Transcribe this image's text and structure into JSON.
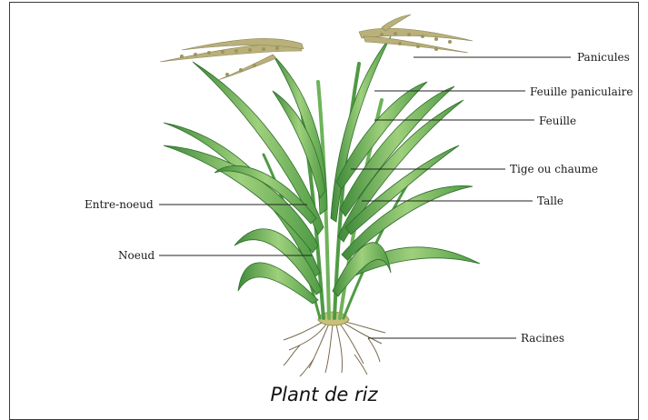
{
  "labels": {
    "panicules": "Panicules",
    "feuille_paniculaire": "Feuille paniculaire",
    "feuille": "Feuille",
    "tige": "Tige ou chaume",
    "talle": "Talle",
    "entre_noeud": "Entre-noeud",
    "noeud": "Noeud",
    "racines": "Racines"
  },
  "caption": "Plant de riz",
  "colors": {
    "leaf_dark": "#3f8a3a",
    "leaf_light": "#9fd07c",
    "panicle": "#b9b07a",
    "root": "#7a6a50",
    "leader": "#222222"
  }
}
